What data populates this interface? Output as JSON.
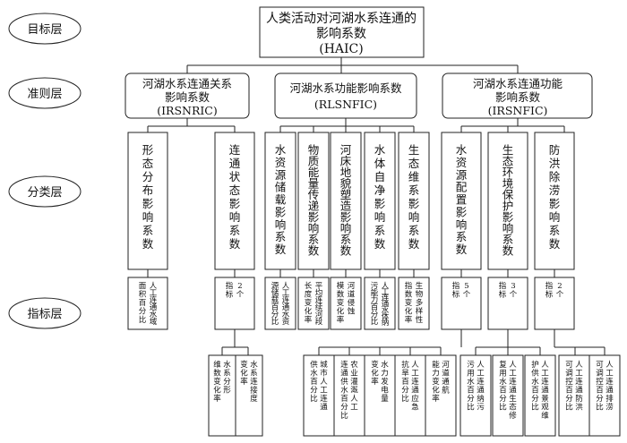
{
  "layers": [
    "目标层",
    "准则层",
    "分类层",
    "指标层"
  ],
  "goal": {
    "line1": "人类活动对河湖水系连通的",
    "line2": "影响系数",
    "line3": "(HAIC)"
  },
  "criteria": [
    {
      "line1": "河湖水系连通关系",
      "line2": "影响系数",
      "line3": "(IRSNRIC)"
    },
    {
      "line1": "河湖水系功能影响系数",
      "line2": "(RLSNFIC)"
    },
    {
      "line1": "河湖水系连通功能",
      "line2": "影响系数",
      "line3": "(IRSNFIC)"
    }
  ],
  "classes": [
    "形态分布影响系数",
    "连通状态影响系数",
    "水资源储载影响系数",
    "物质能量传递影响系数",
    "河床地貌塑造影响系数",
    "水体自净影响系数",
    "生态维系影响系数",
    "水资源配置影响系数",
    "生态环境保护影响系数",
    "防洪除涝影响系数"
  ],
  "indicators": [
    {
      "cols": [
        "人工连通水域",
        "面积百分比"
      ]
    },
    {
      "cols": [
        "2个",
        "指标"
      ]
    },
    {
      "cols": [
        "人工连通水资",
        "源储载百分比"
      ]
    },
    {
      "cols": [
        "平均连续河段",
        "长度变化率"
      ]
    },
    {
      "cols": [
        "河道侵蚀",
        "模数变化率"
      ]
    },
    {
      "cols": [
        "人工连通水体纳",
        "污能力百分比"
      ]
    },
    {
      "cols": [
        "生物多样性",
        "指数变化率"
      ]
    },
    {
      "cols": [
        "5个",
        "指标"
      ]
    },
    {
      "cols": [
        "3个",
        "指标"
      ]
    },
    {
      "cols": [
        "2个",
        "指标"
      ]
    }
  ],
  "sub_indicators": {
    "connection": [
      {
        "cols": [
          "水系分形",
          "维数变化率"
        ]
      },
      {
        "cols": [
          "水系连接度",
          "变化率"
        ]
      }
    ],
    "allocation": [
      {
        "cols": [
          "城市人工连通",
          "供水百分比"
        ]
      },
      {
        "cols": [
          "农业灌溉人工",
          "连通供水百分比"
        ]
      },
      {
        "cols": [
          "水力发电量",
          "变化率"
        ]
      },
      {
        "cols": [
          "人工连通应急",
          "抗旱百分比"
        ]
      },
      {
        "cols": [
          "河道通航",
          "能力变化率"
        ]
      }
    ],
    "eco_protect": [
      {
        "cols": [
          "人工连通纳污",
          "污用水百分比"
        ]
      },
      {
        "cols": [
          "人工连通生态修",
          "复用水百分比"
        ]
      },
      {
        "cols": [
          "人工连通景观维",
          "护供水百分比"
        ]
      }
    ],
    "flood": [
      {
        "cols": [
          "人工连通防洪",
          "可调控百分比"
        ]
      },
      {
        "cols": [
          "人工连通排涝",
          "可调控百分比"
        ]
      }
    ]
  }
}
